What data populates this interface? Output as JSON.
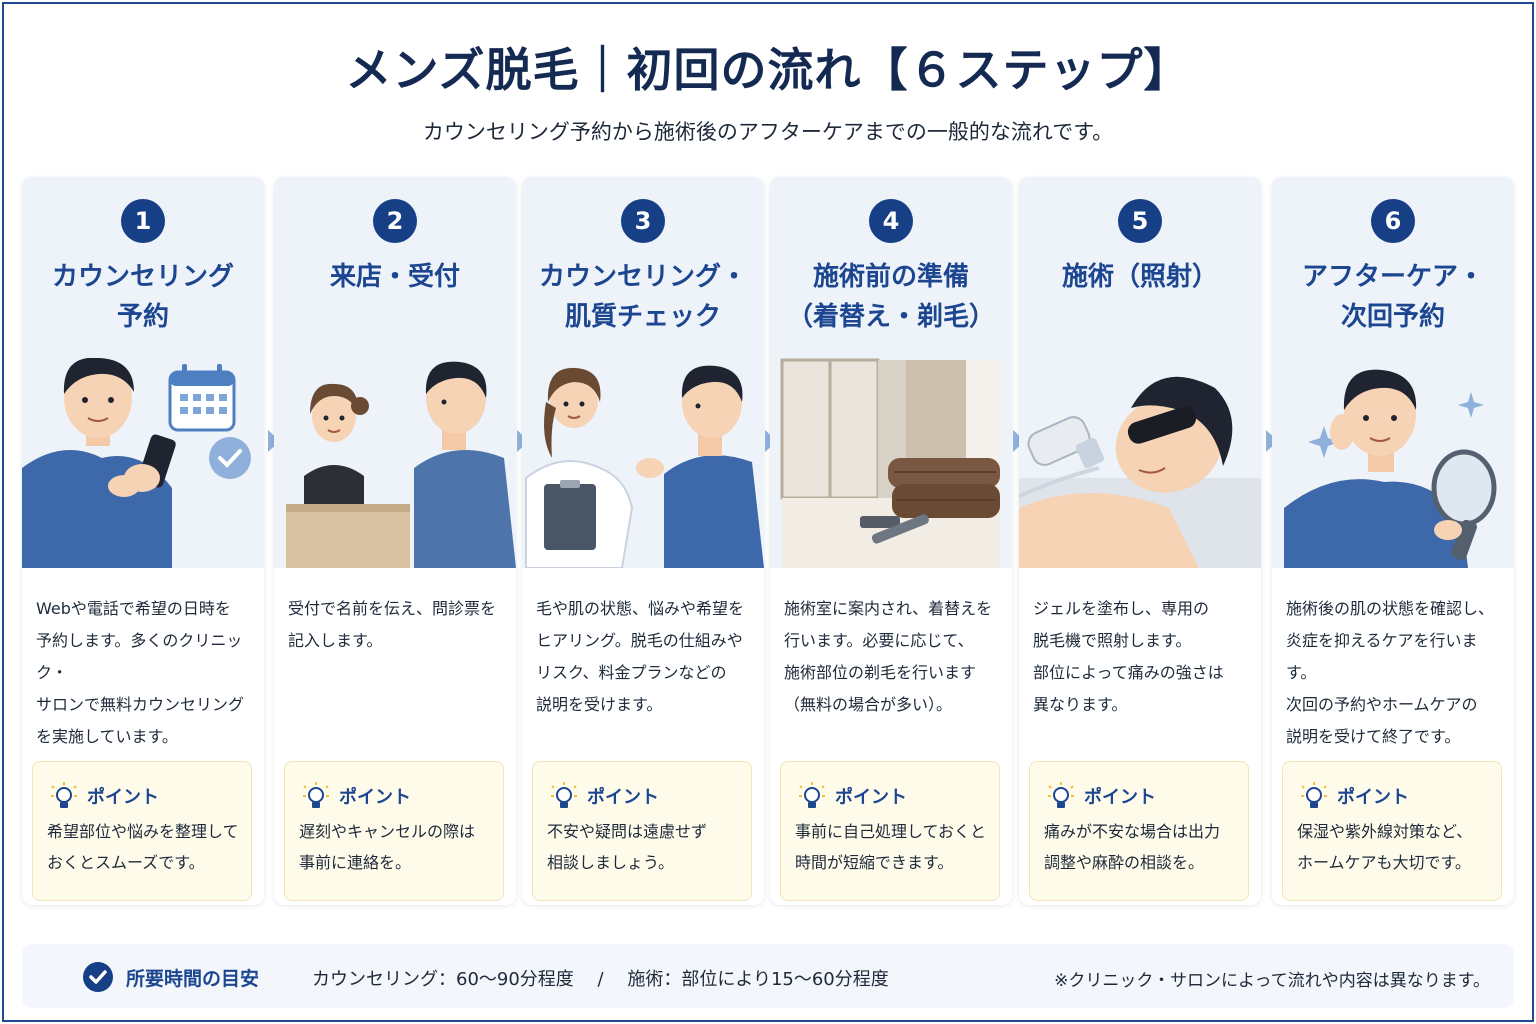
{
  "title": "メンズ脱毛｜初回の流れ【６ステップ】",
  "subtitle": "カウンセリング予約から施術後のアフターケアまでの一般的な流れです。",
  "point_label": "ポイント",
  "colors": {
    "primary": "#173f86",
    "heading": "#1d4691",
    "card_top_bg": "#eef3fa",
    "point_bg": "#fffbea",
    "arrow": "#8fb0da"
  },
  "steps": [
    {
      "number": "1",
      "title": "カウンセリング\n予約",
      "description": "Webや電話で希望の日時を\n予約します。多くのクリニック・\nサロンで無料カウンセリング\nを実施しています。",
      "point": "希望部位や悩みを整理して\nおくとスムーズです。",
      "illustration": "man-with-smartphone-calendar"
    },
    {
      "number": "2",
      "title": "来店・受付",
      "description": "受付で名前を伝え、問診票を\n記入します。",
      "point": "遅刻やキャンセルの際は\n事前に連絡を。",
      "illustration": "reception-desk-staff"
    },
    {
      "number": "3",
      "title": "カウンセリング・\n肌質チェック",
      "description": "毛や肌の状態、悩みや希望を\nヒアリング。脱毛の仕組みや\nリスク、料金プランなどの\n説明を受けます。",
      "point": "不安や疑問は遠慮せず\n相談しましょう。",
      "illustration": "counselor-with-clipboard"
    },
    {
      "number": "4",
      "title": "施術前の準備\n（着替え・剃毛）",
      "description": "施術室に案内され、着替えを\n行います。必要に応じて、\n施術部位の剃毛を行います\n（無料の場合が多い）。",
      "point": "事前に自己処理しておくと\n時間が短縮できます。",
      "illustration": "changing-room-towels-razor"
    },
    {
      "number": "5",
      "title": "施術（照射）",
      "description": "ジェルを塗布し、専用の\n脱毛機で照射します。\n部位によって痛みの強さは\n異なります。",
      "point": "痛みが不安な場合は出力\n調整や麻酔の相談を。",
      "illustration": "laser-treatment-goggles"
    },
    {
      "number": "6",
      "title": "アフターケア・\n次回予約",
      "description": "施術後の肌の状態を確認し、\n炎症を抑えるケアを行います。\n次回の予約やホームケアの\n説明を受けて終了です。",
      "point": "保湿や紫外線対策など、\nホームケアも大切です。",
      "illustration": "man-with-hand-mirror"
    }
  ],
  "footer": {
    "label": "所要時間の目安",
    "time": "カウンセリング：60〜90分程度　 /　 施術：部位により15〜60分程度",
    "note": "※クリニック・サロンによって流れや内容は異なります。"
  }
}
